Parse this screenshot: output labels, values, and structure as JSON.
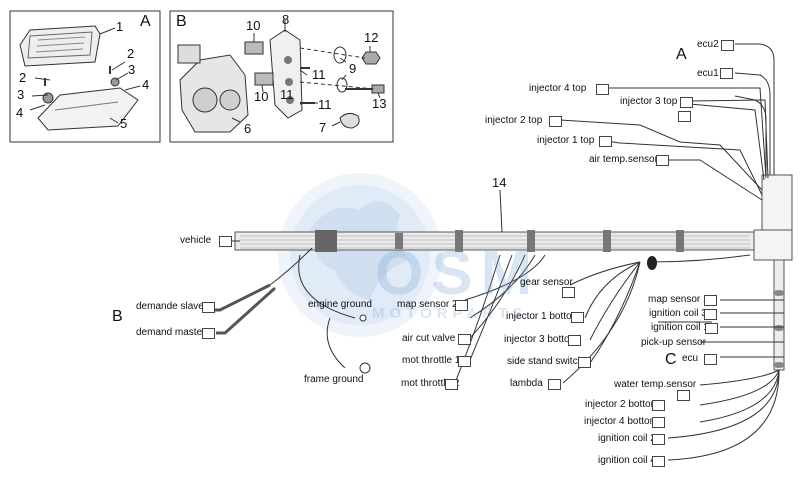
{
  "watermark": {
    "logo": "OSM",
    "sub": "MOTORPARTS"
  },
  "panel_a": {
    "letter": "A",
    "callouts": [
      "1",
      "2",
      "3",
      "4",
      "2",
      "3",
      "4",
      "5"
    ]
  },
  "panel_b": {
    "letter": "B",
    "callouts": [
      "10",
      "8",
      "12",
      "9",
      "11",
      "10",
      "11",
      "13",
      "11",
      "6",
      "7"
    ]
  },
  "main_callout": "14",
  "section_letters": {
    "a": "A",
    "b": "B",
    "c": "C"
  },
  "labels": {
    "ecu2": "ecu2",
    "ecu1": "ecu1",
    "injector4top": "injector 4 top",
    "injector3top": "injector 3 top",
    "injector2top": "injector 2 top",
    "injector1top": "injector 1 top",
    "airtemp": "air temp.sensor",
    "vehicle": "vehicle",
    "demandeslave": "demande slave",
    "demandmaster": "demand master",
    "engineground": "engine ground",
    "frameground": "frame ground",
    "mapsensor2": "map sensor 2",
    "aircutvalve": "air cut valve",
    "motthrottle1": "mot throttle 1",
    "motthrottle2": "mot throttle 2",
    "gearsensor": "gear sensor",
    "injector1bottom": "injector 1 bottom",
    "injector3bottom": "injector 3 bottom",
    "sidestand": "side stand switch",
    "lambda": "lambda",
    "mapsensor1": "map sensor 1",
    "ignitioncoil3": "ignition coil 3",
    "ignitioncoil1": "ignition coil 1",
    "pickup": "pick-up sensor",
    "ecu": "ecu",
    "watertemp": "water temp.sensor",
    "injector2bottom": "injector 2 bottom",
    "injector4bottom": "injector 4 bottom",
    "ignitioncoil2": "ignition coil 2",
    "ignitioncoil4": "ignition coil 4"
  }
}
